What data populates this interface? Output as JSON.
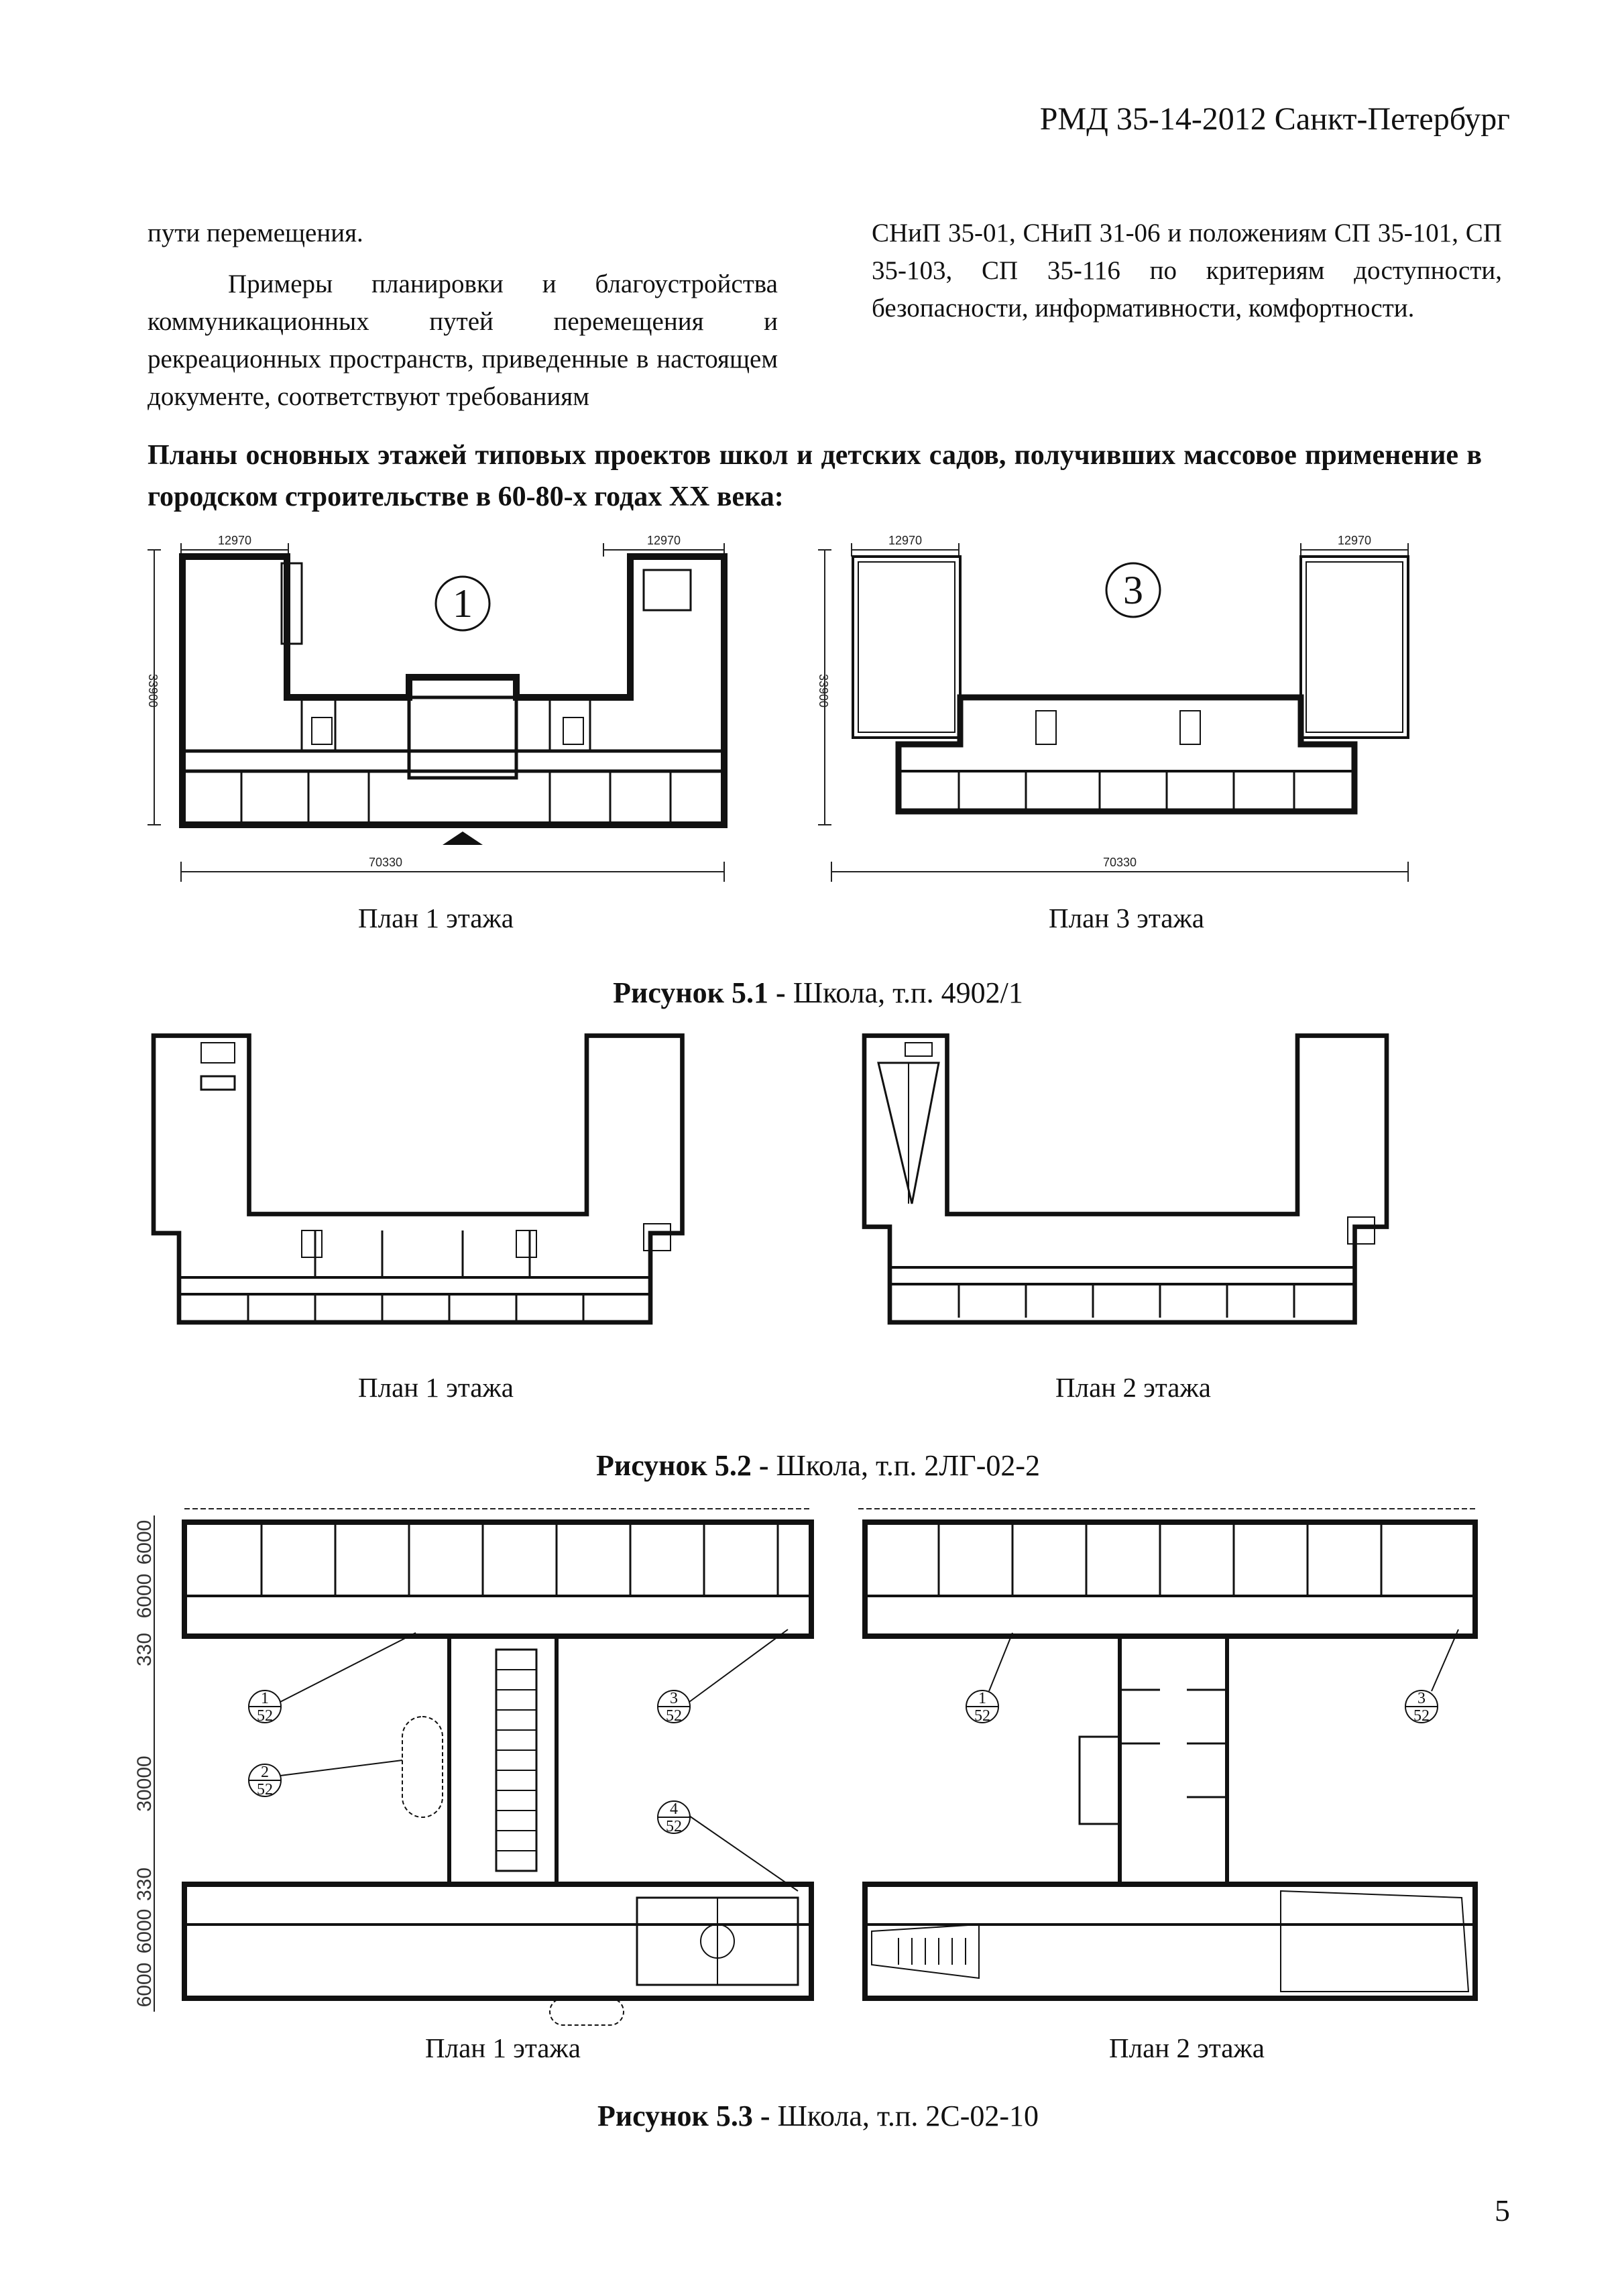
{
  "header": {
    "doc_id": "РМД 35-14-2012 Санкт-Петербург"
  },
  "body_text": {
    "left_col": [
      "пути перемещения.",
      "Примеры планировки и благоустройства коммуникационных путей перемещения и рекреационных пространств, приведенные в настоящем документе, соответствуют требованиям"
    ],
    "right_col": "СНиП 35-01, СНиП 31-06 и положениям СП 35-101, СП 35-103, СП 35-116 по критериям доступности, безопасности, информативности, комфортности."
  },
  "section_title": "Планы основных этажей типовых проектов школ и детских садов, получивших массовое применение в городском строительстве в 60-80-х годах XX века:",
  "figure_5_1": {
    "left": {
      "marker": "1",
      "dim_top_left": "12970",
      "dim_top_right": "12970",
      "dim_side": "33900",
      "dim_bottom": "70330",
      "caption": "План 1 этажа"
    },
    "right": {
      "marker": "3",
      "dim_top_left": "12970",
      "dim_top_right": "12970",
      "dim_side": "33900",
      "dim_bottom": "70330",
      "caption": "План 3 этажа"
    },
    "caption_bold": "Рисунок 5.1 -",
    "caption_text": "Школа, т.п. 4902/1"
  },
  "figure_5_2": {
    "left_caption": "План 1 этажа",
    "right_caption": "План 2 этажа",
    "caption_bold": "Рисунок 5.2 -",
    "caption_text": "Школа, т.п. 2ЛГ-02-2"
  },
  "figure_5_3": {
    "side_dims": [
      "6000",
      "6000",
      "330",
      "30000",
      "330",
      "6000",
      "6000"
    ],
    "left_marks": [
      {
        "num": "1",
        "den": "52"
      },
      {
        "num": "2",
        "den": "52"
      },
      {
        "num": "3",
        "den": "52"
      },
      {
        "num": "4",
        "den": "52"
      }
    ],
    "right_marks": [
      {
        "num": "1",
        "den": "52"
      },
      {
        "num": "3",
        "den": "52"
      }
    ],
    "left_caption": "План 1 этажа",
    "right_caption": "План 2 этажа",
    "caption_bold": "Рисунок 5.3 -",
    "caption_text": "Школа, т.п. 2С-02-10"
  },
  "page_number": "5"
}
